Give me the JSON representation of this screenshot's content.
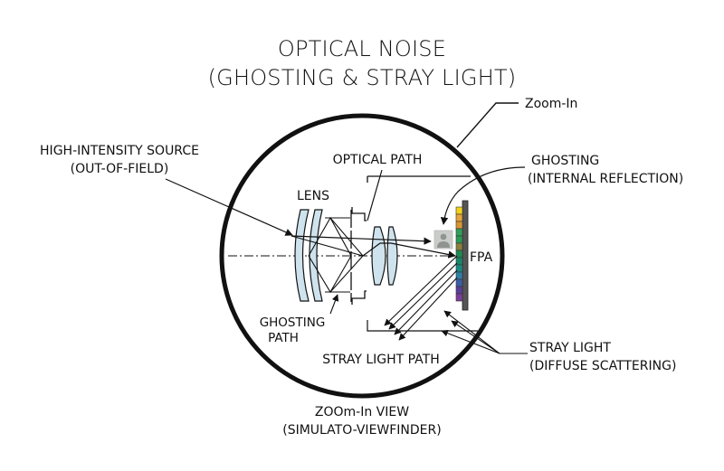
{
  "title": {
    "line1": "OPTICAL NOISE",
    "line2": "(GHOSTING & STRAY LIGHT)"
  },
  "labels": {
    "zoom_in": "Zoom-In",
    "source_line1": "HIGH-INTENSITY SOURCE",
    "source_line2": "(OUT-OF-FIELD)",
    "optical_path": "OPTICAL PATH",
    "lens": "LENS",
    "ghosting_line1": "GHOSTING",
    "ghosting_line2": "(INTERNAL REFLECTION)",
    "fpa": "FPA",
    "ghosting_path_line1": "GHOSTING",
    "ghosting_path_line2": "PATH",
    "stray_light_path": "STRAY LIGHT PATH",
    "stray_line1": "STRAY LIGHT",
    "stray_line2": "(DIFFUSE SCATTERING)",
    "view_line1": "ZOOm-In VIEW",
    "view_line2": "(SIMULATO-VIEWFINDER)"
  },
  "icons": {
    "ghost_image": "person-silhouette-icon"
  },
  "colors": {
    "lens_fill": "#cfe3ee",
    "ink": "#111111",
    "ghost_bg": "#c9ccc9",
    "ghost_figure": "#8f9490",
    "fpa_backplate": "#555555",
    "fpa_pixels": [
      "#f2d21b",
      "#e8a53a",
      "#d9962f",
      "#2fa05a",
      "#2b9a58",
      "#8a7f3c",
      "#1e8a52",
      "#17876a",
      "#198a84",
      "#2d7fa6",
      "#3b5ea8",
      "#5a3f98",
      "#7b3f9a"
    ]
  }
}
